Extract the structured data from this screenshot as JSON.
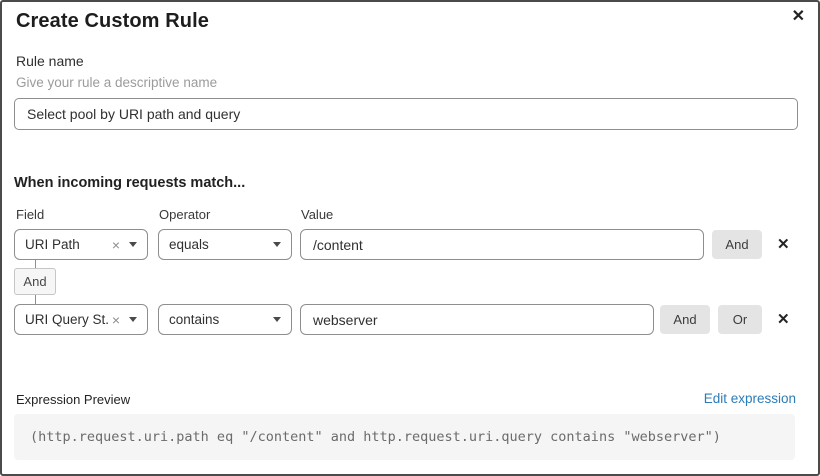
{
  "dialog": {
    "title": "Create Custom Rule"
  },
  "icons": {
    "close": "✕",
    "clear": "×",
    "remove": "✕"
  },
  "rule_name": {
    "label": "Rule name",
    "helper": "Give your rule a descriptive name",
    "value": "Select pool by URI path and query"
  },
  "match_section": {
    "heading": "When incoming requests match...",
    "columns": {
      "field": "Field",
      "operator": "Operator",
      "value": "Value"
    },
    "connector_label": "And",
    "rows": [
      {
        "field": "URI Path",
        "operator": "equals",
        "value": "/content",
        "and_label": "And"
      },
      {
        "field": "URI Query St...",
        "operator": "contains",
        "value": "webserver",
        "and_label": "And",
        "or_label": "Or"
      }
    ]
  },
  "expression": {
    "label": "Expression Preview",
    "edit_link": "Edit expression",
    "preview": "(http.request.uri.path eq \"/content\" and http.request.uri.query contains \"webserver\")"
  },
  "colors": {
    "link": "#2c7cb8",
    "border_dark": "#4b4b4b",
    "input_border": "#8e8e90",
    "button_bg": "#e4e4e5",
    "code_bg": "#f5f5f5"
  }
}
